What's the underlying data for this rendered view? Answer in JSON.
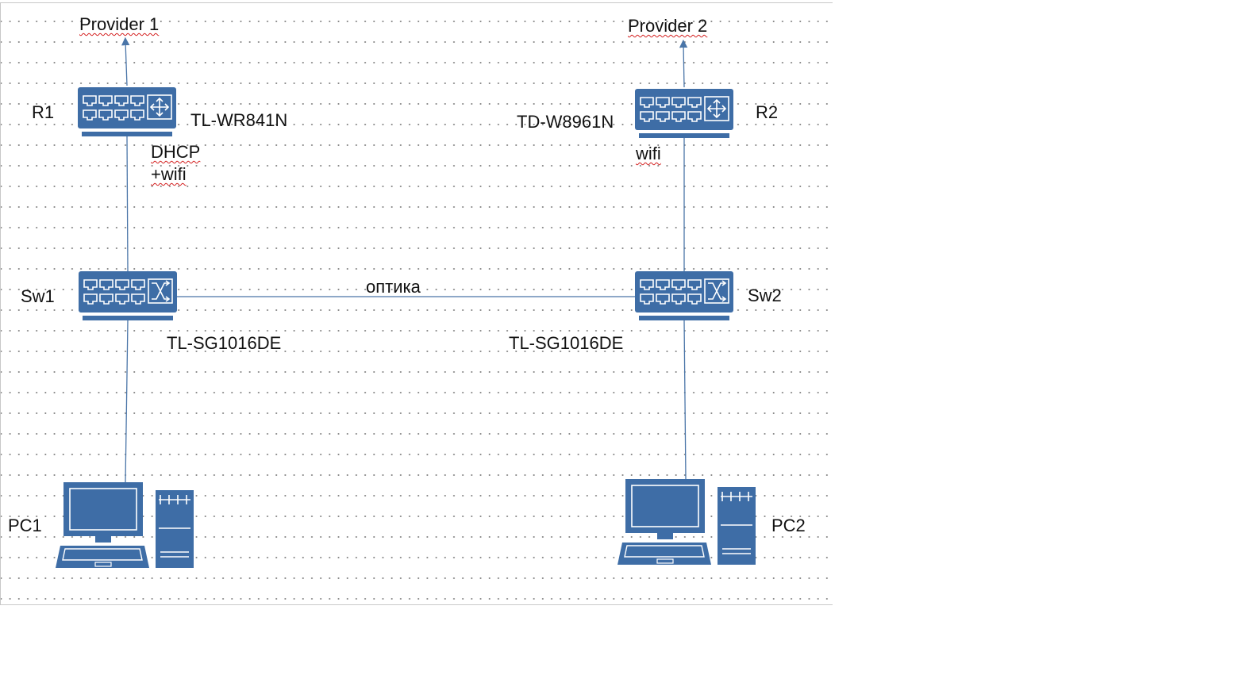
{
  "colors": {
    "device": "#3e6da6",
    "device_light": "#ffffff",
    "link": "#4a75a8",
    "grid_dot": "#8c8c8c",
    "spellcheck": "#d42020"
  },
  "icons": {
    "router": "router-icon",
    "switch": "switch-icon",
    "workstation": "workstation-icon"
  },
  "labels": {
    "provider1": "Provider 1",
    "provider2": "Provider 2",
    "r1": "R1",
    "r2": "R2",
    "r1_model": "TL-WR841N",
    "r2_model": "TD-W8961N",
    "r1_note_line1": "DHCP",
    "r1_note_line2": "+wifi",
    "r2_note": "wifi",
    "sw1": "Sw1",
    "sw2": "Sw2",
    "link_fiber": "оптика",
    "sw1_model": "TL-SG1016DE",
    "sw2_model": "TL-SG1016DE",
    "pc1": "PC1",
    "pc2": "PC2"
  }
}
